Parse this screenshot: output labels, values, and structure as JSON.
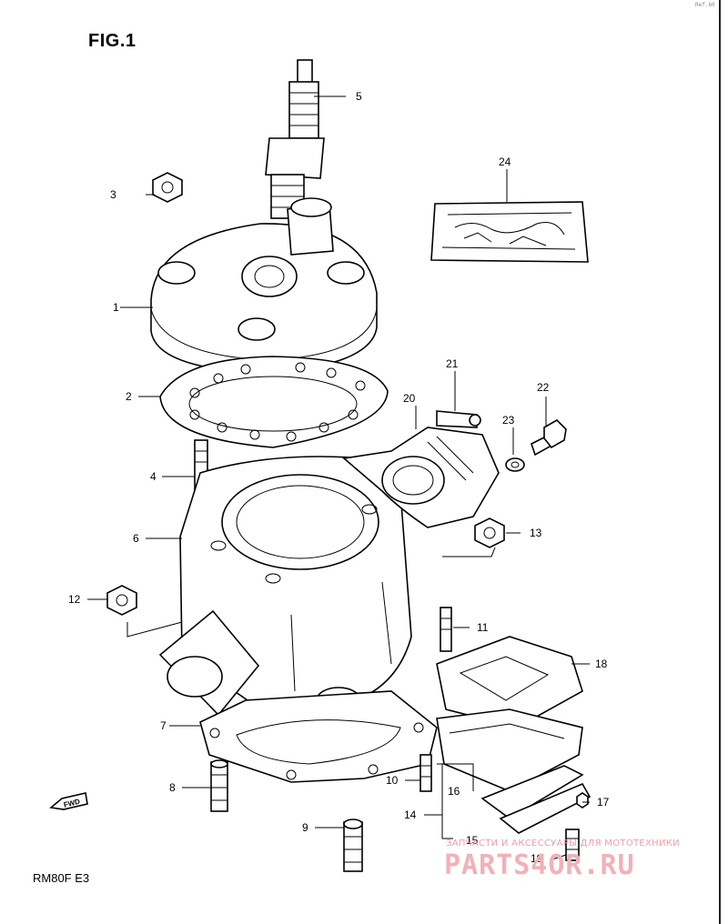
{
  "figure": {
    "title": "FIG.1",
    "model": "RM80F E3",
    "corner_code": "Ref.60"
  },
  "callouts": [
    {
      "id": "1",
      "label": "1"
    },
    {
      "id": "2",
      "label": "2"
    },
    {
      "id": "3",
      "label": "3"
    },
    {
      "id": "4",
      "label": "4"
    },
    {
      "id": "5",
      "label": "5"
    },
    {
      "id": "6",
      "label": "6"
    },
    {
      "id": "7",
      "label": "7"
    },
    {
      "id": "8",
      "label": "8"
    },
    {
      "id": "9",
      "label": "9"
    },
    {
      "id": "10",
      "label": "10"
    },
    {
      "id": "11",
      "label": "11"
    },
    {
      "id": "12",
      "label": "12"
    },
    {
      "id": "13",
      "label": "13"
    },
    {
      "id": "14",
      "label": "14"
    },
    {
      "id": "15",
      "label": "15"
    },
    {
      "id": "16",
      "label": "16"
    },
    {
      "id": "17",
      "label": "17"
    },
    {
      "id": "18",
      "label": "18"
    },
    {
      "id": "19",
      "label": "19"
    },
    {
      "id": "20",
      "label": "20"
    },
    {
      "id": "21",
      "label": "21"
    },
    {
      "id": "22",
      "label": "22"
    },
    {
      "id": "23",
      "label": "23"
    },
    {
      "id": "24",
      "label": "24"
    }
  ],
  "fwd_marker": "FWD",
  "watermark": {
    "line": "ЗАПЧАСТИ И АКСЕССУАРЫ ДЛЯ МОТОТЕХНИКИ",
    "logo": "PARTS4OR.RU"
  }
}
